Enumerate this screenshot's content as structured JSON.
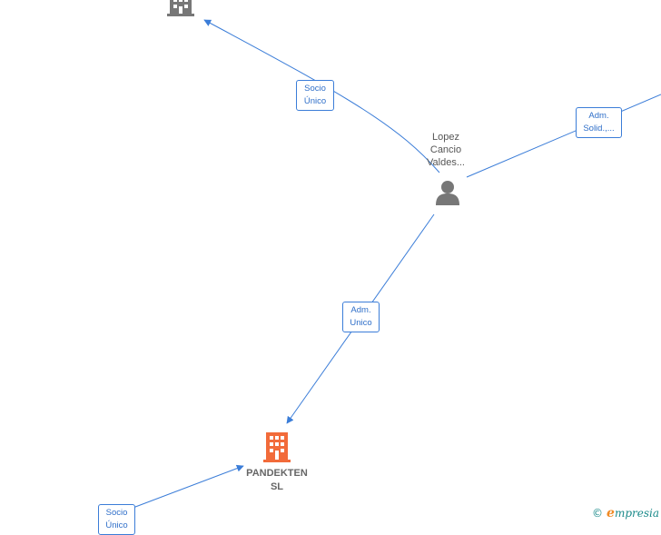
{
  "colors": {
    "edge": "#3b7dd8",
    "focus_company": "#f26b3a",
    "company": "#777777",
    "person": "#777777"
  },
  "nodes": {
    "person": {
      "lines": [
        "Lopez",
        "Cancio",
        "Valdes..."
      ],
      "icon": "person-icon"
    },
    "focus_company": {
      "lines": [
        "PANDEKTEN",
        "SL"
      ],
      "icon": "building-icon"
    },
    "top_company": {
      "icon": "building-icon"
    }
  },
  "edges": {
    "socio_unico_top": {
      "lines": [
        "Socio",
        "Único"
      ]
    },
    "adm_solid": {
      "lines": [
        "Adm.",
        "Solid.,..."
      ]
    },
    "adm_unico": {
      "lines": [
        "Adm.",
        "Unico"
      ]
    },
    "socio_bottom": {
      "lines": [
        "Socio",
        "Único"
      ]
    }
  },
  "brand": {
    "copyright": "©",
    "name_initial": "e",
    "name_rest": "mpresia"
  }
}
